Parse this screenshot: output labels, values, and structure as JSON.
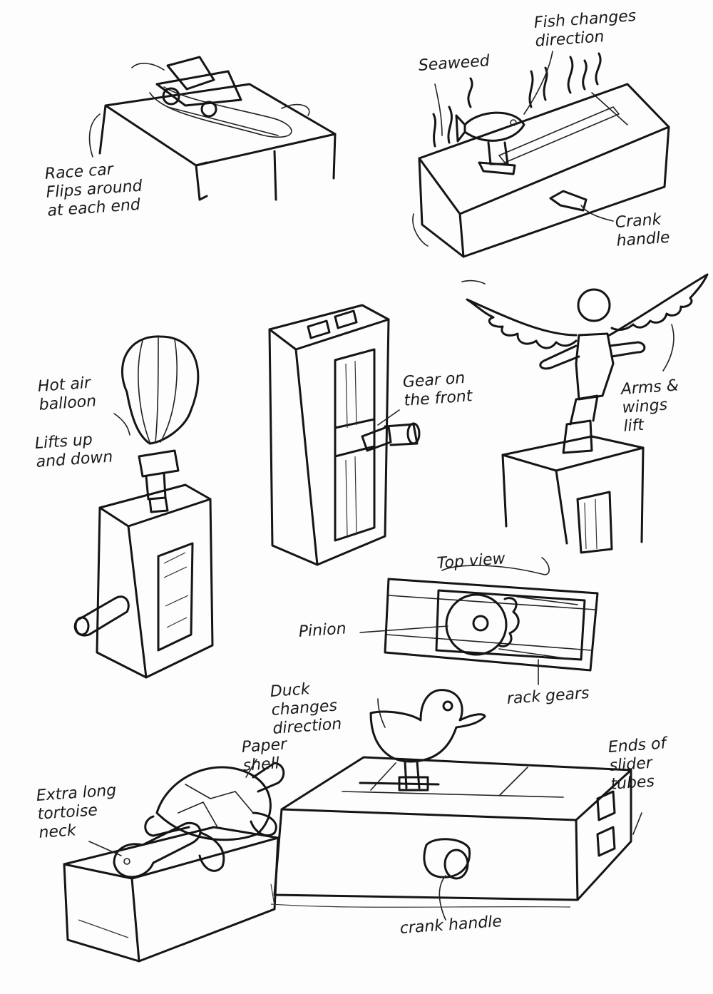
{
  "labels": {
    "race_car": "Race car\nFlips around\nat each end",
    "seaweed": "Seaweed",
    "fish": "Fish changes\ndirection",
    "crank_handle_top": "Crank\nhandle",
    "hot_air_balloon": "Hot air\nballoon",
    "lifts": "Lifts up\nand down",
    "gear_front": "Gear on\nthe front",
    "arms_wings": "Arms &\nwings\nlift",
    "top_view": "Top view",
    "pinion": "Pinion",
    "rack_gears": "rack gears",
    "duck": "Duck\nchanges\ndirection",
    "paper_shell": "Paper\nshell",
    "tortoise": "Extra long\ntortoise\nneck",
    "ends_slider": "Ends of\nslider\ntubes",
    "crank_handle_bottom": "crank handle"
  },
  "icons": [
    "race-car-sketch",
    "fish-box-sketch",
    "balloon-box-sketch",
    "gear-tower-sketch",
    "angel-pedestal-sketch",
    "top-view-sketch",
    "duck-box-sketch",
    "tortoise-box-sketch"
  ]
}
